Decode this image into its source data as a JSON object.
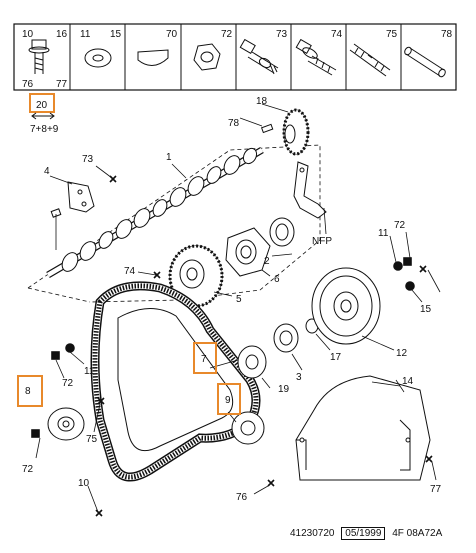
{
  "parts_header": [
    {
      "left": "10",
      "right": "16",
      "bl": "76",
      "br": "77",
      "icon": "bolt-with-washer-icon"
    },
    {
      "left": "11",
      "right": "15",
      "icon": "flat-washer-icon"
    },
    {
      "right": "70",
      "icon": "woodruff-key-icon"
    },
    {
      "right": "72",
      "icon": "hex-nut-icon"
    },
    {
      "right": "73",
      "icon": "shoulder-bolt-icon"
    },
    {
      "right": "74",
      "icon": "flange-bolt-icon"
    },
    {
      "right": "75",
      "icon": "stud-bolt-icon"
    },
    {
      "right": "78",
      "icon": "dowel-pin-icon"
    }
  ],
  "callout_20": {
    "number": "20",
    "sub": "7+8+9"
  },
  "labels": {
    "n1": "1",
    "n2": "2",
    "n3": "3",
    "n4": "4",
    "n5": "5",
    "n6": "6",
    "n7": "7",
    "n8": "8",
    "n9": "9",
    "n10": "10",
    "n11a": "11",
    "n11b": "11",
    "n12": "12",
    "n14": "14",
    "n15": "15",
    "n17": "17",
    "n18": "18",
    "n19": "19",
    "n72a": "72",
    "n72b": "72",
    "n72c": "72",
    "n73": "73",
    "n74": "74",
    "n75": "75",
    "n76": "76",
    "n77": "77",
    "n78a": "78",
    "nfp": "NFP"
  },
  "footer": {
    "ref": "41230720",
    "date": "05/1999",
    "code": "4F 08A72A"
  },
  "colors": {
    "callout": "#e8892b",
    "line": "#111111"
  }
}
